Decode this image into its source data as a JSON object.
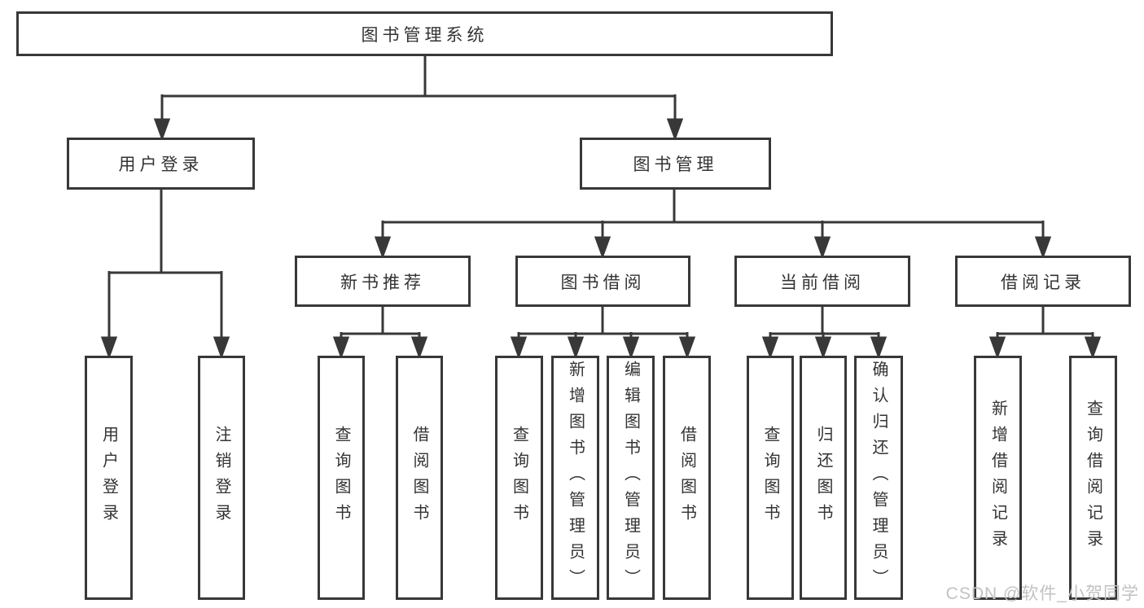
{
  "diagram": {
    "root": "图书管理系统",
    "level2": [
      "用户登录",
      "图书管理"
    ],
    "level3": [
      "新书推荐",
      "图书借阅",
      "当前借阅",
      "借阅记录"
    ],
    "level4": {
      "user": [
        "用户登录",
        "注销登录"
      ],
      "recommend": [
        "查询图书",
        "借阅图书"
      ],
      "borrow": [
        "查询图书",
        "新增图书（管理员）",
        "编辑图书（管理员）",
        "借阅图书"
      ],
      "current": [
        "查询图书",
        "归还图书",
        "确认归还（管理员）"
      ],
      "records": [
        "新增借阅记录",
        "查询借阅记录"
      ]
    }
  },
  "watermark": "CSDN @软件_小贺同学",
  "colors": {
    "line": "#383838",
    "text": "#333333",
    "watermark": "#c2c2c2",
    "background": "#ffffff"
  }
}
